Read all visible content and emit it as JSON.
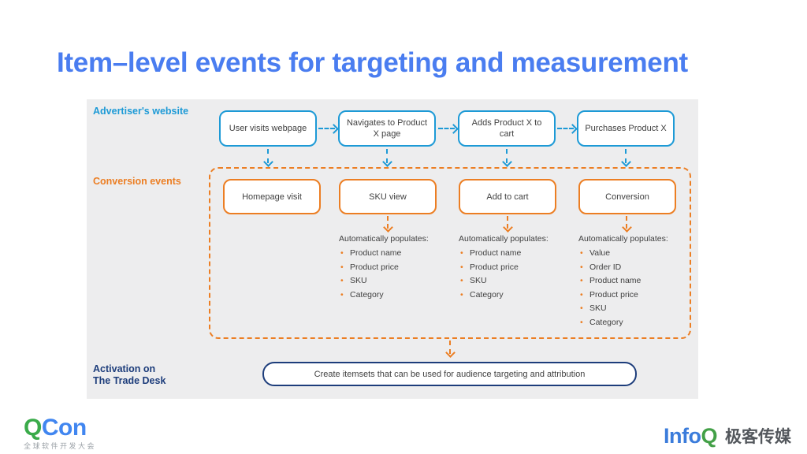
{
  "slide": {
    "title": "Item–level events for targeting and measurement"
  },
  "diagram": {
    "row_labels": {
      "advertiser": "Advertiser's website",
      "conversion": "Conversion events",
      "activation_line1": "Activation on",
      "activation_line2": "The Trade Desk"
    },
    "website_steps": [
      {
        "label": "User visits webpage"
      },
      {
        "label": "Navigates to Product X page"
      },
      {
        "label": "Adds Product X to cart"
      },
      {
        "label": "Purchases Product X"
      }
    ],
    "conversion_events": [
      {
        "label": "Homepage visit"
      },
      {
        "label": "SKU view"
      },
      {
        "label": "Add to cart"
      },
      {
        "label": "Conversion"
      }
    ],
    "populate_lists": [
      {
        "heading": "Automatically populates:",
        "items": [
          "Product name",
          "Product price",
          "SKU",
          "Category"
        ]
      },
      {
        "heading": "Automatically populates:",
        "items": [
          "Product name",
          "Product price",
          "SKU",
          "Category"
        ]
      },
      {
        "heading": "Automatically populates:",
        "items": [
          "Value",
          "Order ID",
          "Product name",
          "Product price",
          "SKU",
          "Category"
        ]
      }
    ],
    "activation_box_label": "Create itemsets that can be used for audience targeting and attribution"
  },
  "footer": {
    "qcon": {
      "q": "Q",
      "con": "Con",
      "subtitle": "全球软件开发大会"
    },
    "infoq": {
      "info": "Info",
      "q": "Q",
      "brand": "极客传媒"
    }
  },
  "colors": {
    "title_blue": "#4a7df0",
    "website_blue": "#1d9ad6",
    "conversion_orange": "#ec7e23",
    "activation_navy": "#1d3d7b",
    "panel_gray": "#ededee",
    "box_text": "#414141",
    "qcon_green": "#3aab4a",
    "qcon_blue": "#4186f0",
    "infoq_blue": "#3b7cdb",
    "infoq_green": "#43a047",
    "footer_gray": "#9aa0a6",
    "brand_gray": "#53575c"
  }
}
